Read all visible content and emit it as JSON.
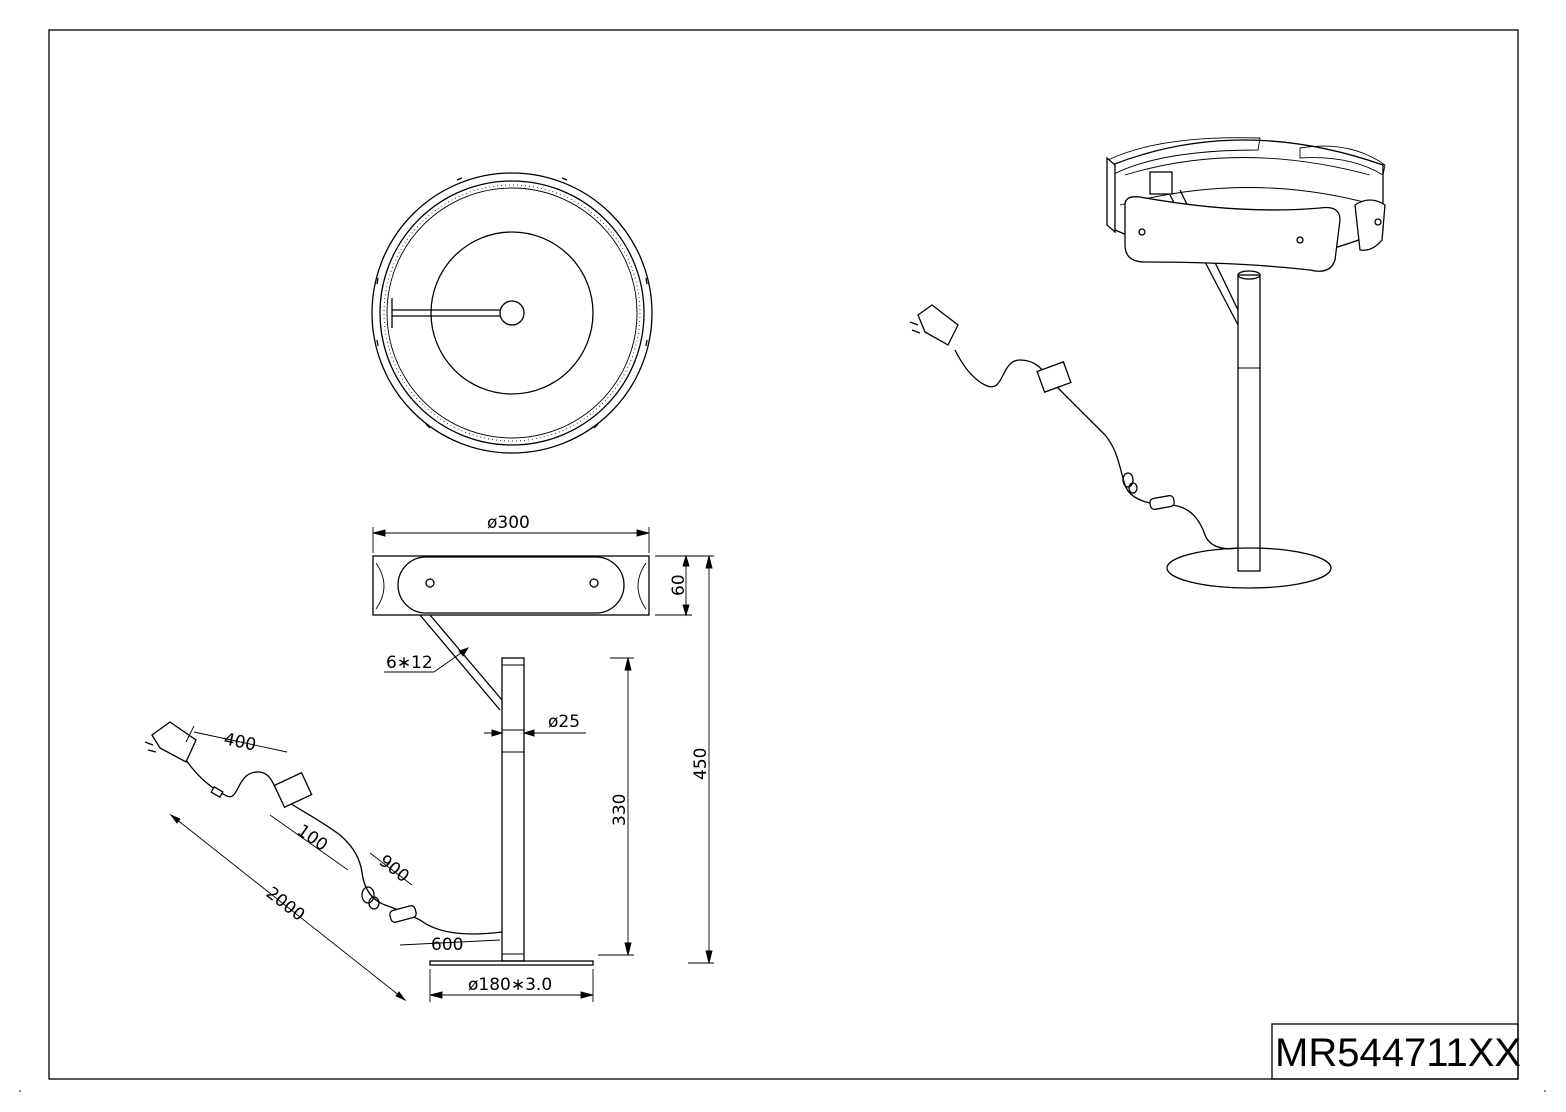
{
  "title_block": {
    "model_code": "MR544711XX"
  },
  "dimensions": {
    "shade_diameter": "ø300",
    "shade_height": "60",
    "arm_section": "6∗12",
    "pole_diameter": "ø25",
    "pole_height": "330",
    "total_height": "450",
    "base": "ø180∗3.0",
    "cable_plug": "400",
    "cable_driver": "100",
    "cable_mid": "900",
    "cable_total": "2000",
    "cable_switch": "600"
  },
  "colors": {
    "line": "#000000",
    "paper": "#ffffff"
  }
}
